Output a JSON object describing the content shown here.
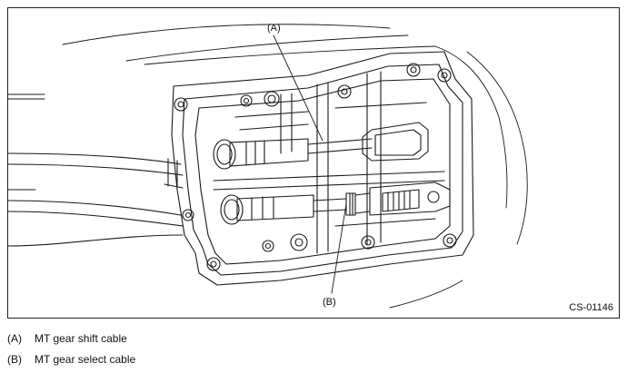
{
  "figure": {
    "figure_id": "CS-01146",
    "callouts": {
      "a": "(A)",
      "b": "(B)"
    }
  },
  "legend": [
    {
      "key": "(A)",
      "text": "MT gear shift cable"
    },
    {
      "key": "(B)",
      "text": "MT gear select cable"
    }
  ]
}
